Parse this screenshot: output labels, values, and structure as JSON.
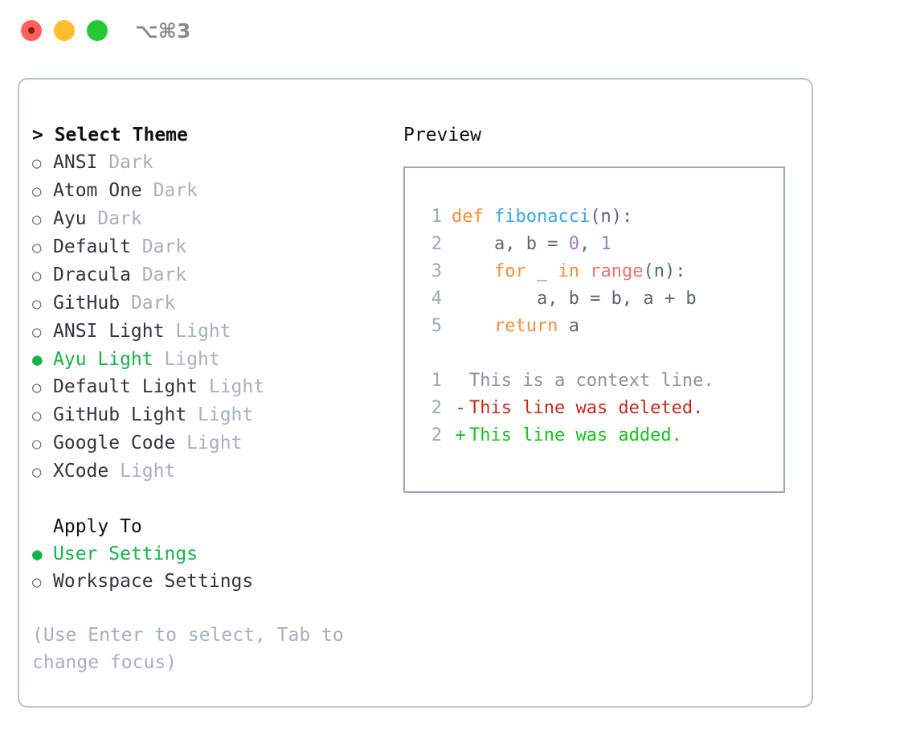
{
  "titlebar": {
    "shortcut": "⌥⌘3",
    "buttons": [
      "close",
      "minimize",
      "zoom"
    ]
  },
  "theme_picker": {
    "heading": "> Select Theme",
    "marker_unselected": "○",
    "marker_selected": "●",
    "items": [
      {
        "name": "ANSI",
        "suffix": "Dark",
        "selected": false
      },
      {
        "name": "Atom One",
        "suffix": "Dark",
        "selected": false
      },
      {
        "name": "Ayu",
        "suffix": "Dark",
        "selected": false
      },
      {
        "name": "Default",
        "suffix": "Dark",
        "selected": false
      },
      {
        "name": "Dracula",
        "suffix": "Dark",
        "selected": false
      },
      {
        "name": "GitHub",
        "suffix": "Dark",
        "selected": false
      },
      {
        "name": "ANSI Light",
        "suffix": "Light",
        "selected": false
      },
      {
        "name": "Ayu Light",
        "suffix": "Light",
        "selected": true
      },
      {
        "name": "Default Light",
        "suffix": "Light",
        "selected": false
      },
      {
        "name": "GitHub Light",
        "suffix": "Light",
        "selected": false
      },
      {
        "name": "Google Code",
        "suffix": "Light",
        "selected": false
      },
      {
        "name": "XCode",
        "suffix": "Light",
        "selected": false
      }
    ]
  },
  "apply_to": {
    "heading": "Apply To",
    "items": [
      {
        "name": "User Settings",
        "selected": true
      },
      {
        "name": "Workspace Settings",
        "selected": false
      }
    ]
  },
  "hint": "(Use Enter to select, Tab to change focus)",
  "preview": {
    "title": "Preview",
    "code_lines": [
      {
        "no": "1",
        "tokens": [
          {
            "t": "def ",
            "c": "kw"
          },
          {
            "t": "fibonacci",
            "c": "fn"
          },
          {
            "t": "(n):",
            "c": "pln"
          }
        ]
      },
      {
        "no": "2",
        "tokens": [
          {
            "t": "    a, b = ",
            "c": "pln"
          },
          {
            "t": "0",
            "c": "num"
          },
          {
            "t": ", ",
            "c": "pln"
          },
          {
            "t": "1",
            "c": "num"
          }
        ]
      },
      {
        "no": "3",
        "tokens": [
          {
            "t": "    ",
            "c": "pln"
          },
          {
            "t": "for",
            "c": "kw"
          },
          {
            "t": " _ ",
            "c": "pln"
          },
          {
            "t": "in",
            "c": "kw"
          },
          {
            "t": " ",
            "c": "pln"
          },
          {
            "t": "range",
            "c": "call"
          },
          {
            "t": "(n):",
            "c": "pln"
          }
        ]
      },
      {
        "no": "4",
        "tokens": [
          {
            "t": "        a, b = b, a + b",
            "c": "pln"
          }
        ]
      },
      {
        "no": "5",
        "tokens": [
          {
            "t": "    ",
            "c": "pln"
          },
          {
            "t": "return",
            "c": "kw"
          },
          {
            "t": " a",
            "c": "pln"
          }
        ]
      }
    ],
    "diff_lines": [
      {
        "no": "1",
        "sign": " ",
        "text": "This is a context line.",
        "kind": "ctx"
      },
      {
        "no": "2",
        "sign": "-",
        "text": "This line was deleted.",
        "kind": "del"
      },
      {
        "no": "2",
        "sign": "+",
        "text": "This line was added.",
        "kind": "add"
      }
    ]
  },
  "colors": {
    "accent_green": "#19b24a",
    "keyword_orange": "#fa8d3e",
    "function_blue": "#3ba7e8",
    "call_red": "#f07171",
    "number_purple": "#a37acc",
    "plain": "#5c6773",
    "muted": "#a8b0bb",
    "diff_added": "#16c21b",
    "diff_deleted": "#c4291c",
    "border": "#9aa8b8"
  }
}
